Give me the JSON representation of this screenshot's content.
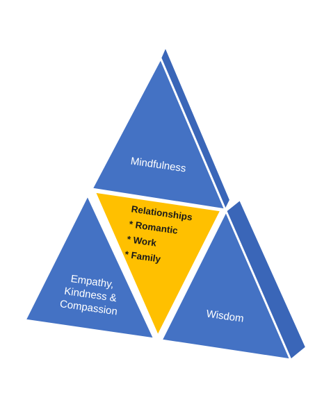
{
  "diagram": {
    "segments": {
      "top": {
        "label": "Mindfulness"
      },
      "left": {
        "lines": [
          "Empathy,",
          "Kindness &",
          "Compassion"
        ]
      },
      "right": {
        "label": "Wisdom"
      },
      "center": {
        "lines": [
          "Relationships",
          "* Romantic",
          "* Work",
          "* Family"
        ]
      }
    }
  },
  "colors": {
    "face": "#4472c4",
    "face_edge": "#ffffff",
    "side": "#3a66b8",
    "highlight": "#ffc000"
  }
}
